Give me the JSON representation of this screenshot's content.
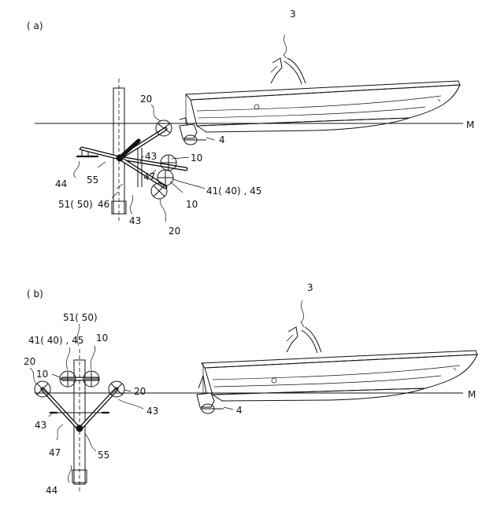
{
  "panels": {
    "a": {
      "label": "( a)",
      "refs": {
        "boat": "3",
        "outboard": "4",
        "waterline": "M",
        "cushion_top": "20",
        "cushion_bottom": "20",
        "roller_upper": "10",
        "roller_lower": "10",
        "link_upper": "43",
        "link_lower": "43",
        "joint": "47",
        "arm": "41( 40) , 45",
        "base": "44",
        "pivot": "55",
        "post": "51( 50)",
        "mount": "46"
      }
    },
    "b": {
      "label": "( b)",
      "refs": {
        "boat": "3",
        "outboard": "4",
        "waterline": "M",
        "post": "51( 50)",
        "arm": "41( 40) , 45",
        "roller_right": "10",
        "roller_left": "10",
        "cushion_left": "20",
        "cushion_right": "20",
        "link_left": "43",
        "link_right": "43",
        "joint": "47",
        "pivot": "55",
        "base": "44"
      }
    }
  }
}
